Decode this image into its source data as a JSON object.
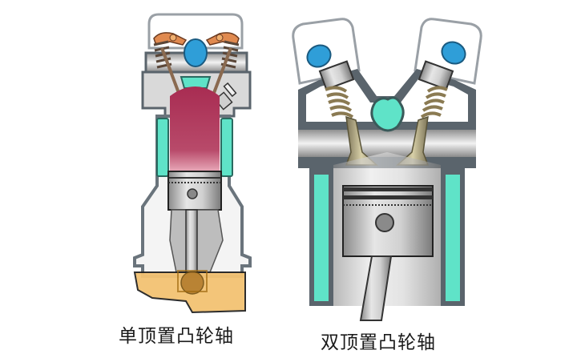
{
  "diagram": {
    "type": "engine-cross-section-comparison",
    "panels": [
      {
        "id": "sohc",
        "label": "单顶置凸轮轴",
        "components": [
          "single overhead camshaft",
          "rocker arms",
          "valve springs",
          "valves",
          "spark plug",
          "combustion chamber",
          "coolant jacket",
          "piston",
          "connecting rod",
          "crankshaft",
          "oil sump"
        ]
      },
      {
        "id": "dohc",
        "label": "双顶置凸轮轴",
        "components": [
          "intake camshaft",
          "exhaust camshaft",
          "bucket tappets",
          "valve springs",
          "valves",
          "coolant passage",
          "coolant jacket",
          "piston",
          "connecting rod"
        ]
      }
    ]
  },
  "colors": {
    "background": "#ffffff",
    "coolant": "#5fe3c8",
    "casing": "#5a646c",
    "camshaft": "#2f9ed8",
    "rocker": "#e08a50",
    "combustion": "#b53a5e",
    "oil": "#f3c272",
    "metal": "#c8c8c8",
    "spring": "#8a7a68",
    "valve": "#a8a078"
  }
}
